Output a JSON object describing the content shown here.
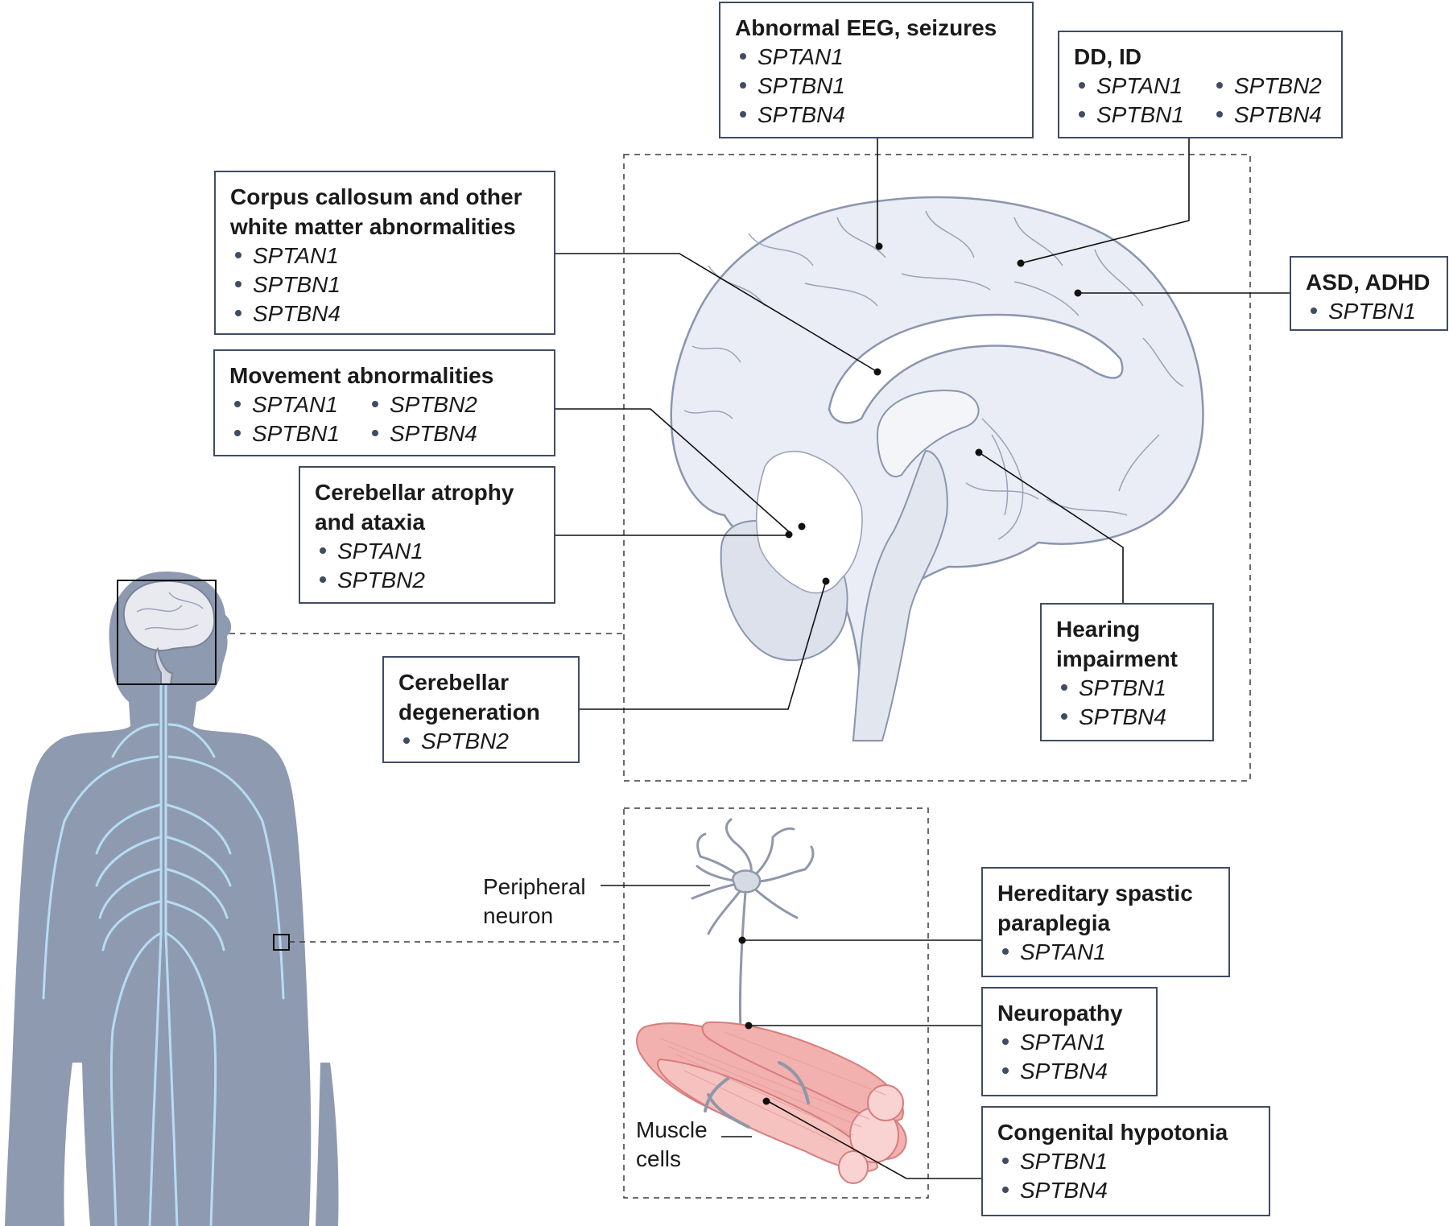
{
  "colors": {
    "border": "#3f4c63",
    "body": "#8e9ab0",
    "nerve": "#b6dcf2",
    "brain_fill": "#eaedf5",
    "brain_line": "#8a96ad",
    "muscle": "#f2b0ae",
    "muscle_line": "#d77d7d"
  },
  "icons": [
    "human-silhouette",
    "nervous-system",
    "brain-sagittal",
    "cerebellum",
    "neuron",
    "muscle-fibers"
  ],
  "labels": {
    "peripheral_neuron": [
      "Peripheral",
      "neuron"
    ],
    "muscle_cells": [
      "Muscle",
      "cells"
    ]
  },
  "callouts": {
    "eeg": {
      "title": "Abnormal EEG, seizures",
      "genes": [
        "SPTAN1",
        "SPTBN1",
        "SPTBN4"
      ]
    },
    "ddid": {
      "title": "DD, ID",
      "genes": [
        "SPTAN1",
        "SPTBN2",
        "SPTBN1",
        "SPTBN4"
      ]
    },
    "corpus": {
      "title_lines": [
        "Corpus callosum and other",
        "white matter abnormalities"
      ],
      "genes": [
        "SPTAN1",
        "SPTBN1",
        "SPTBN4"
      ]
    },
    "asd": {
      "title": "ASD, ADHD",
      "genes": [
        "SPTBN1"
      ]
    },
    "movement": {
      "title": "Movement abnormalities",
      "genes": [
        "SPTAN1",
        "SPTBN2",
        "SPTBN1",
        "SPTBN4"
      ]
    },
    "atrophy": {
      "title_lines": [
        "Cerebellar atrophy",
        "and ataxia"
      ],
      "genes": [
        "SPTAN1",
        "SPTBN2"
      ]
    },
    "degeneration": {
      "title_lines": [
        "Cerebellar",
        "degeneration"
      ],
      "genes": [
        "SPTBN2"
      ]
    },
    "hearing": {
      "title_lines": [
        "Hearing",
        "impairment"
      ],
      "genes": [
        "SPTBN1",
        "SPTBN4"
      ]
    },
    "hsp": {
      "title_lines": [
        "Hereditary spastic",
        "paraplegia"
      ],
      "genes": [
        "SPTAN1"
      ]
    },
    "neuropathy": {
      "title": "Neuropathy",
      "genes": [
        "SPTAN1",
        "SPTBN4"
      ]
    },
    "hypotonia": {
      "title": "Congenital hypotonia",
      "genes": [
        "SPTBN1",
        "SPTBN4"
      ]
    }
  }
}
